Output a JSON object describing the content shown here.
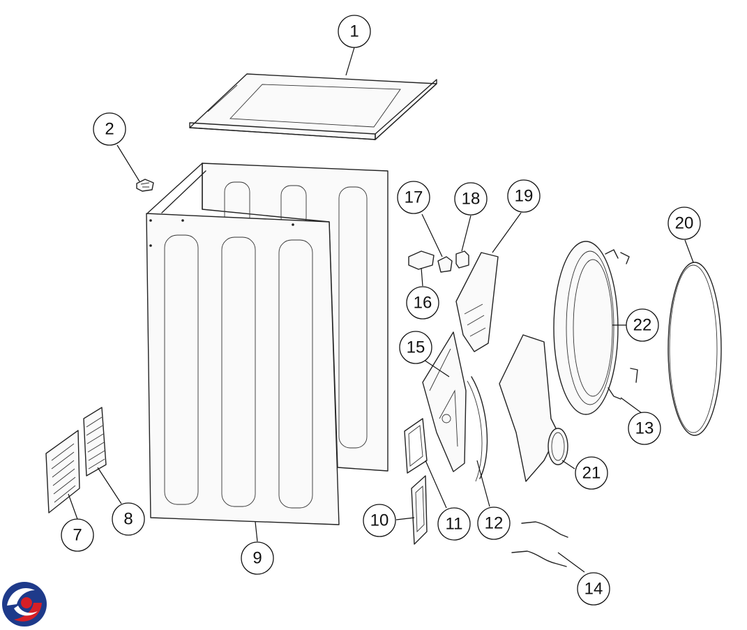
{
  "diagram": {
    "callouts": [
      {
        "id": "1",
        "label": "1"
      },
      {
        "id": "2",
        "label": "2"
      },
      {
        "id": "7",
        "label": "7"
      },
      {
        "id": "8",
        "label": "8"
      },
      {
        "id": "9",
        "label": "9"
      },
      {
        "id": "10",
        "label": "10"
      },
      {
        "id": "11",
        "label": "11"
      },
      {
        "id": "12",
        "label": "12"
      },
      {
        "id": "13",
        "label": "13"
      },
      {
        "id": "14",
        "label": "14"
      },
      {
        "id": "15",
        "label": "15"
      },
      {
        "id": "16",
        "label": "16"
      },
      {
        "id": "17",
        "label": "17"
      },
      {
        "id": "18",
        "label": "18"
      },
      {
        "id": "19",
        "label": "19"
      },
      {
        "id": "20",
        "label": "20"
      },
      {
        "id": "21",
        "label": "21"
      },
      {
        "id": "22",
        "label": "22"
      }
    ]
  },
  "logo": {
    "name": "brand-logo",
    "colors": [
      "#1e3a8a",
      "#d61f26"
    ]
  }
}
